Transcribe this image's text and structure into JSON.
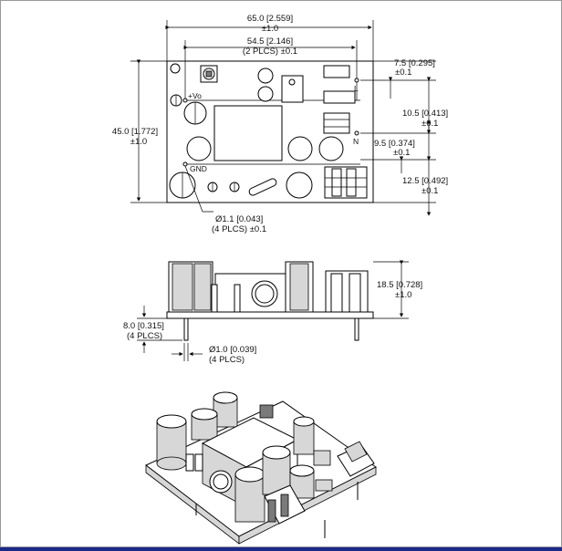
{
  "top_view": {
    "overall_width": "65.0 [2.559]",
    "overall_width_tol": "±1.0",
    "hole_spacing": "54.5 [2.146]",
    "hole_spacing_tol": "(2 PLCS) ±0.1",
    "height": "45.0 [1.772]",
    "height_tol": "±1.0",
    "dim_a": "7.5 [0.295]",
    "dim_a_tol": "±0.1",
    "dim_b": "10.5 [0.413]",
    "dim_b_tol": "±0.1",
    "dim_c": "9.5 [0.374]",
    "dim_c_tol": "±0.1",
    "dim_d": "12.5 [0.492]",
    "dim_d_tol": "±0.1",
    "pin_diameter": "Ø1.1 [0.043]",
    "pin_diameter_tol": "(4 PLCS) ±0.1",
    "label_vo": "+Vo",
    "label_gnd": "GND",
    "label_l": "L",
    "label_n": "N"
  },
  "side_view": {
    "height": "18.5 [0.728]",
    "height_tol": "±1.0",
    "pin_length": "8.0 [0.315]",
    "pin_length_qty": "(4 PLCS)",
    "pin_diameter": "Ø1.0 [0.039]",
    "pin_diameter_qty": "(4 PLCS)"
  }
}
